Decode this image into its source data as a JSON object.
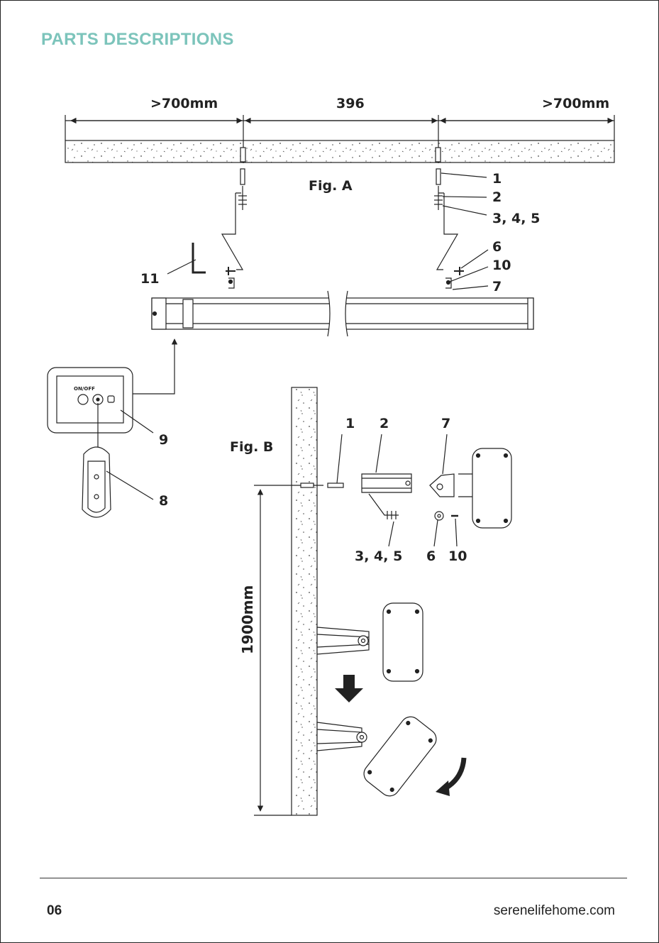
{
  "header": {
    "title": "PARTS DESCRIPTIONS"
  },
  "fig_a": {
    "caption": "Fig. A",
    "dim_left": ">700mm",
    "dim_mid": "396",
    "dim_right": ">700mm",
    "callouts": [
      "1",
      "2",
      "3, 4, 5",
      "6",
      "10",
      "7",
      "11",
      "9",
      "8"
    ],
    "switch_label": "ON/OFF"
  },
  "fig_b": {
    "caption": "Fig. B",
    "height_dim": "1900mm",
    "callouts": [
      "1",
      "2",
      "7",
      "3, 4, 5",
      "6",
      "10"
    ]
  },
  "footer": {
    "page": "06",
    "site": "serenelifehome.com"
  }
}
